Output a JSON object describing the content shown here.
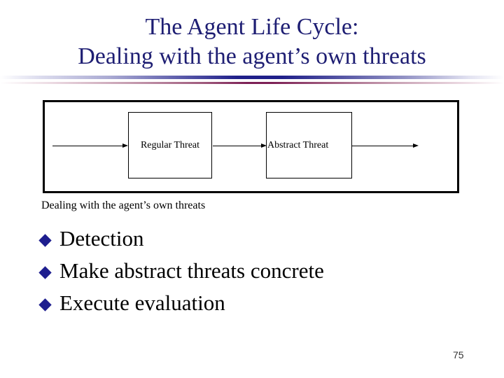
{
  "title": {
    "line1": "The Agent Life Cycle:",
    "line2": "Dealing with the agent’s own threats"
  },
  "diagram": {
    "boxes": [
      {
        "label": "Regular Threat"
      },
      {
        "label": "Abstract Threat"
      }
    ],
    "caption": "Dealing with the agent’s own threats"
  },
  "bullets": {
    "items": [
      {
        "label": "Detection"
      },
      {
        "label": "Make abstract threats concrete"
      },
      {
        "label": "Execute evaluation"
      }
    ]
  },
  "footer": {
    "page_number": "75"
  },
  "colors": {
    "title_navy": "#1e1e73",
    "bullet_navy": "#1e1e8f",
    "divider_blue": "#20208a",
    "divider_crimson": "#7d2156"
  }
}
